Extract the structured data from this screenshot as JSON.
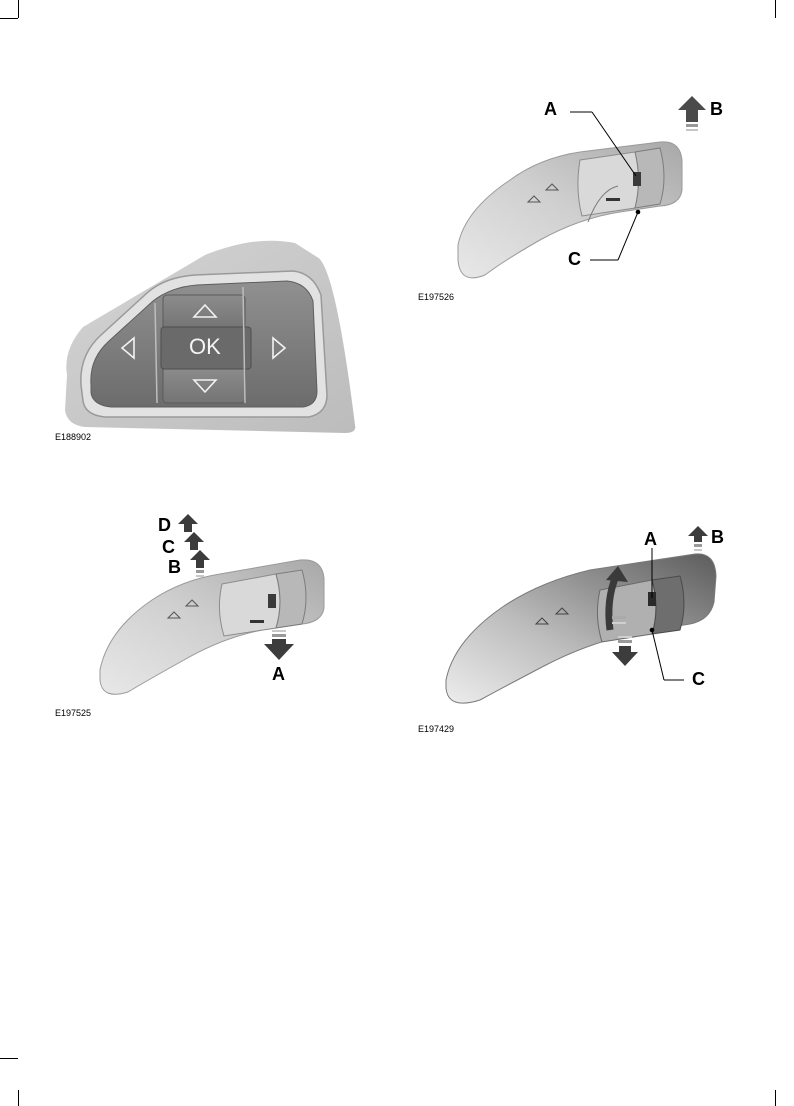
{
  "figures": {
    "steering_buttons": {
      "code": "E188902",
      "ok_label": "OK",
      "icons": [
        "arrow-up-icon",
        "arrow-left-icon",
        "arrow-right-icon",
        "arrow-down-icon"
      ]
    },
    "wiper_stalk_1": {
      "code": "E197526",
      "callouts": {
        "a": "A",
        "b": "B",
        "c": "C"
      }
    },
    "wiper_stalk_2": {
      "code": "E197525",
      "callouts": {
        "a": "A",
        "b": "B",
        "c": "C",
        "d": "D"
      }
    },
    "wiper_stalk_3": {
      "code": "E197429",
      "callouts": {
        "a": "A",
        "b": "B",
        "c": "C"
      }
    }
  }
}
